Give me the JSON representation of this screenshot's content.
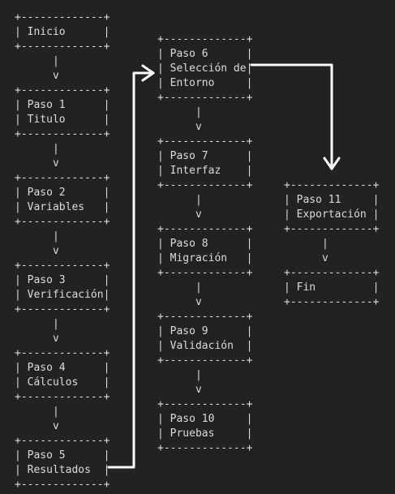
{
  "colors": {
    "background": "#222222",
    "text": "#dcdcdc",
    "arrow": "#ffffff"
  },
  "columns": [
    {
      "id": "col1",
      "blocks": [
        "+-------------+\n| Inicio      |\n+-------------+\n      |\n      v",
        "+-------------+\n| Paso 1      |\n| Titulo      |\n+-------------+\n      |\n      v",
        "+-------------+\n| Paso 2      |\n| Variables   |\n+-------------+\n      |\n      v",
        "+-------------+\n| Paso 3      |\n| Verificación|\n+-------------+\n      |\n      v",
        "+-------------+\n| Paso 4      |\n| Cálculos    |\n+-------------+\n      |\n      v",
        "+-------------+\n| Paso 5      |\n| Resultados  |\n+-------------+"
      ]
    },
    {
      "id": "col2",
      "blocks": [
        "+-------------+\n| Paso 6      |\n| Selección de|\n| Entorno     |\n+-------------+\n      |\n      v",
        "+-------------+\n| Paso 7      |\n| Interfaz    |\n+-------------+\n      |\n      v",
        "+-------------+\n| Paso 8      |\n| Migración   |\n+-------------+\n      |\n      v",
        "+-------------+\n| Paso 9      |\n| Validación  |\n+-------------+\n      |\n      v",
        "+-------------+\n| Paso 10     |\n| Pruebas     |\n+-------------+"
      ]
    },
    {
      "id": "col3",
      "blocks": [
        "+-------------+\n| Paso 11     |\n| Exportación |\n+-------------+\n      |\n      v",
        "+-------------+\n| Fin         |\n+-------------+"
      ]
    }
  ]
}
